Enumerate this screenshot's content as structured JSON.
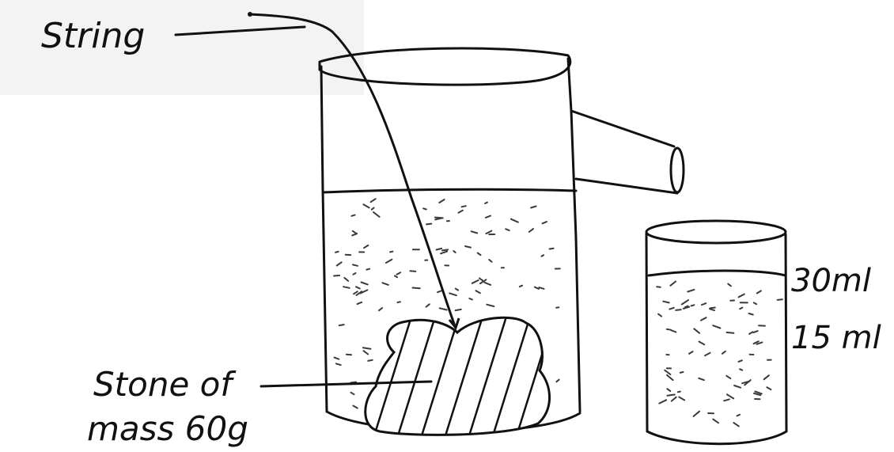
{
  "labels": {
    "string": "String",
    "stone_line1": "Stone of",
    "stone_line2": "mass 60g",
    "upper_mark": "30ml",
    "lower_mark": "15 ml"
  },
  "colors": {
    "ink": "#111111",
    "paper": "#ffffff",
    "speckle": "#3a3a3a"
  },
  "apparatus": [
    "overflow-can",
    "measuring-cylinder",
    "stone",
    "string"
  ]
}
